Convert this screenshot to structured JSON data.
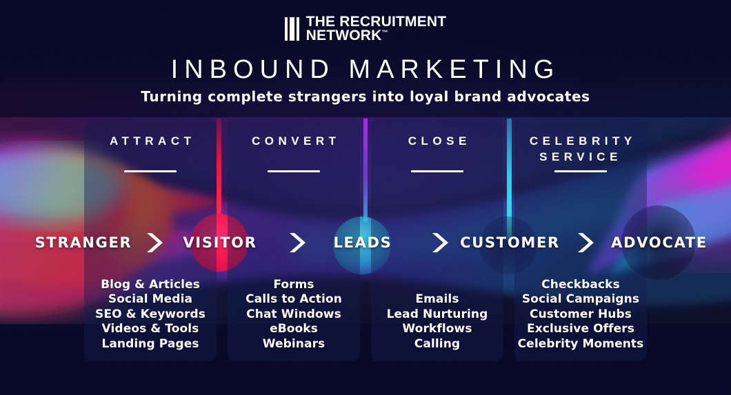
{
  "brand": {
    "logo_icon": "three-bars-logo",
    "line1": "THE RECRUITMENT",
    "line2": "NETWORK",
    "trademark": "™"
  },
  "header": {
    "title": "INBOUND MARKETING",
    "subtitle": "Turning complete strangers into loyal brand advocates"
  },
  "colors": {
    "background": "#080a28",
    "card_fill": "#161c52",
    "text": "#ffffff",
    "swoosh_cyan": "#2ad6e8",
    "swoosh_purple": "#8a3ff0",
    "swoosh_magenta": "#e81fa8",
    "swoosh_orange": "#f58220",
    "swoosh_red": "#f01f3c",
    "divider_red": "#f2113f",
    "divider_cyan": "#25c8e8",
    "divider_violet": "#9b2ef5"
  },
  "columns": [
    {
      "title": "ATTRACT",
      "items": [
        "Blog & Articles",
        "Social Media",
        "SEO & Keywords",
        "Videos & Tools",
        "Landing Pages"
      ]
    },
    {
      "title": "CONVERT",
      "items": [
        "Forms",
        "Calls to Action",
        "Chat Windows",
        "eBooks",
        "Webinars"
      ]
    },
    {
      "title": "CLOSE",
      "items": [
        "Emails",
        "Lead Nurturing",
        "Workflows",
        "Calling"
      ]
    },
    {
      "title": "CELEBRITY SERVICE",
      "items": [
        "Checkbacks",
        "Social Campaigns",
        "Customer Hubs",
        "Exclusive Offers",
        "Celebrity Moments"
      ]
    }
  ],
  "journey": {
    "stages": [
      "STRANGER",
      "VISITOR",
      "LEADS",
      "CUSTOMER",
      "ADVOCATE"
    ],
    "arrow_icon": "chevron-right-icon",
    "arrow_count": 4
  }
}
